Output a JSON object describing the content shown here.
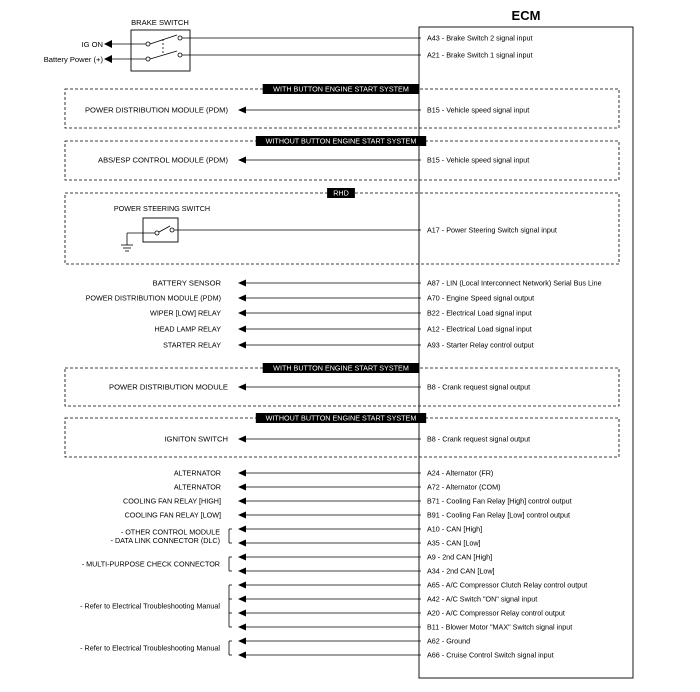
{
  "ecm": {
    "title": "ECM"
  },
  "brake_switch": {
    "title": "BRAKE SWITCH",
    "ig_on": "IG ON",
    "battery_power": "Battery Power (+)"
  },
  "power_steering_switch": {
    "title": "POWER STEERING SWITCH"
  },
  "groups": [
    {
      "banner": "WITH BUTTON ENGINE START SYSTEM",
      "left": "POWER DISTRIBUTION MODULE (PDM)",
      "pin": "B15",
      "signal": "Vehicle speed signal input"
    },
    {
      "banner": "WITHOUT BUTTON ENGINE START SYSTEM",
      "left": "ABS/ESP CONTROL MODULE (PDM)",
      "pin": "B15",
      "signal": "Vehicle speed signal input"
    },
    {
      "banner": "RHD",
      "left": "",
      "pin": "A17",
      "signal": "Power Steering Switch signal input"
    },
    {
      "banner": "WITH BUTTON ENGINE START SYSTEM",
      "left": "POWER DISTRIBUTION MODULE",
      "pin": "B8",
      "signal": "Crank request signal output"
    },
    {
      "banner": "WITHOUT BUTTON ENGINE START SYSTEM",
      "left": "IGNITON SWITCH",
      "pin": "B8",
      "signal": "Crank request signal output"
    }
  ],
  "brake_pins": [
    {
      "pin": "A43",
      "signal": "Brake Switch 2 signal input"
    },
    {
      "pin": "A21",
      "signal": "Brake Switch 1 signal input"
    }
  ],
  "mid_rows": [
    {
      "left": "BATTERY SENSOR",
      "pin": "A87",
      "signal": "LIN (Local Interconnect Network) Serial Bus Line"
    },
    {
      "left": "POWER DISTRIBUTION MODULE (PDM)",
      "pin": "A70",
      "signal": "Engine Speed signal output"
    },
    {
      "left": "WIPER [LOW] RELAY",
      "pin": "B22",
      "signal": "Electrical Load signal input"
    },
    {
      "left": "HEAD LAMP RELAY",
      "pin": "A12",
      "signal": "Electrical Load signal input"
    },
    {
      "left": "STARTER RELAY",
      "pin": "A93",
      "signal": "Starter Relay control output"
    }
  ],
  "lower_rows": [
    {
      "left": "ALTERNATOR",
      "pin": "A24",
      "signal": "Alternator (FR)"
    },
    {
      "left": "ALTERNATOR",
      "pin": "A72",
      "signal": "Alternator (COM)"
    },
    {
      "left": "COOLING FAN RELAY [HIGH]",
      "pin": "B71",
      "signal": "Cooling Fan Relay [High] control output"
    },
    {
      "left": "COOLING FAN RELAY [LOW]",
      "pin": "B91",
      "signal": "Cooling Fan Relay [Low] control output"
    }
  ],
  "bracket_groups": [
    {
      "labels": [
        "- OTHER CONTROL MODULE",
        "- DATA LINK CONNECTOR (DLC)"
      ],
      "rows": [
        {
          "pin": "A10",
          "signal": "CAN [High]"
        },
        {
          "pin": "A35",
          "signal": "CAN [Low]"
        }
      ]
    },
    {
      "labels": [
        "- MULTI-PURPOSE CHECK CONNECTOR"
      ],
      "rows": [
        {
          "pin": "A9",
          "signal": "2nd CAN [High]"
        },
        {
          "pin": "A34",
          "signal": "2nd CAN [Low]"
        }
      ]
    },
    {
      "labels": [
        "- Refer to Electrical Troubleshooting Manual"
      ],
      "rows": [
        {
          "pin": "A65",
          "signal": "A/C Compressor Clutch Relay control output"
        },
        {
          "pin": "A42",
          "signal": "A/C Switch \"ON\" signal input"
        },
        {
          "pin": "A20",
          "signal": "A/C Compressor Relay control output"
        },
        {
          "pin": "B11",
          "signal": "Blower Motor \"MAX\" Switch signal input"
        }
      ]
    },
    {
      "labels": [
        "- Refer to Electrical Troubleshooting Manual"
      ],
      "rows": [
        {
          "pin": "A62",
          "signal": "Ground"
        },
        {
          "pin": "A66",
          "signal": "Cruise Control Switch signal input"
        }
      ]
    }
  ]
}
